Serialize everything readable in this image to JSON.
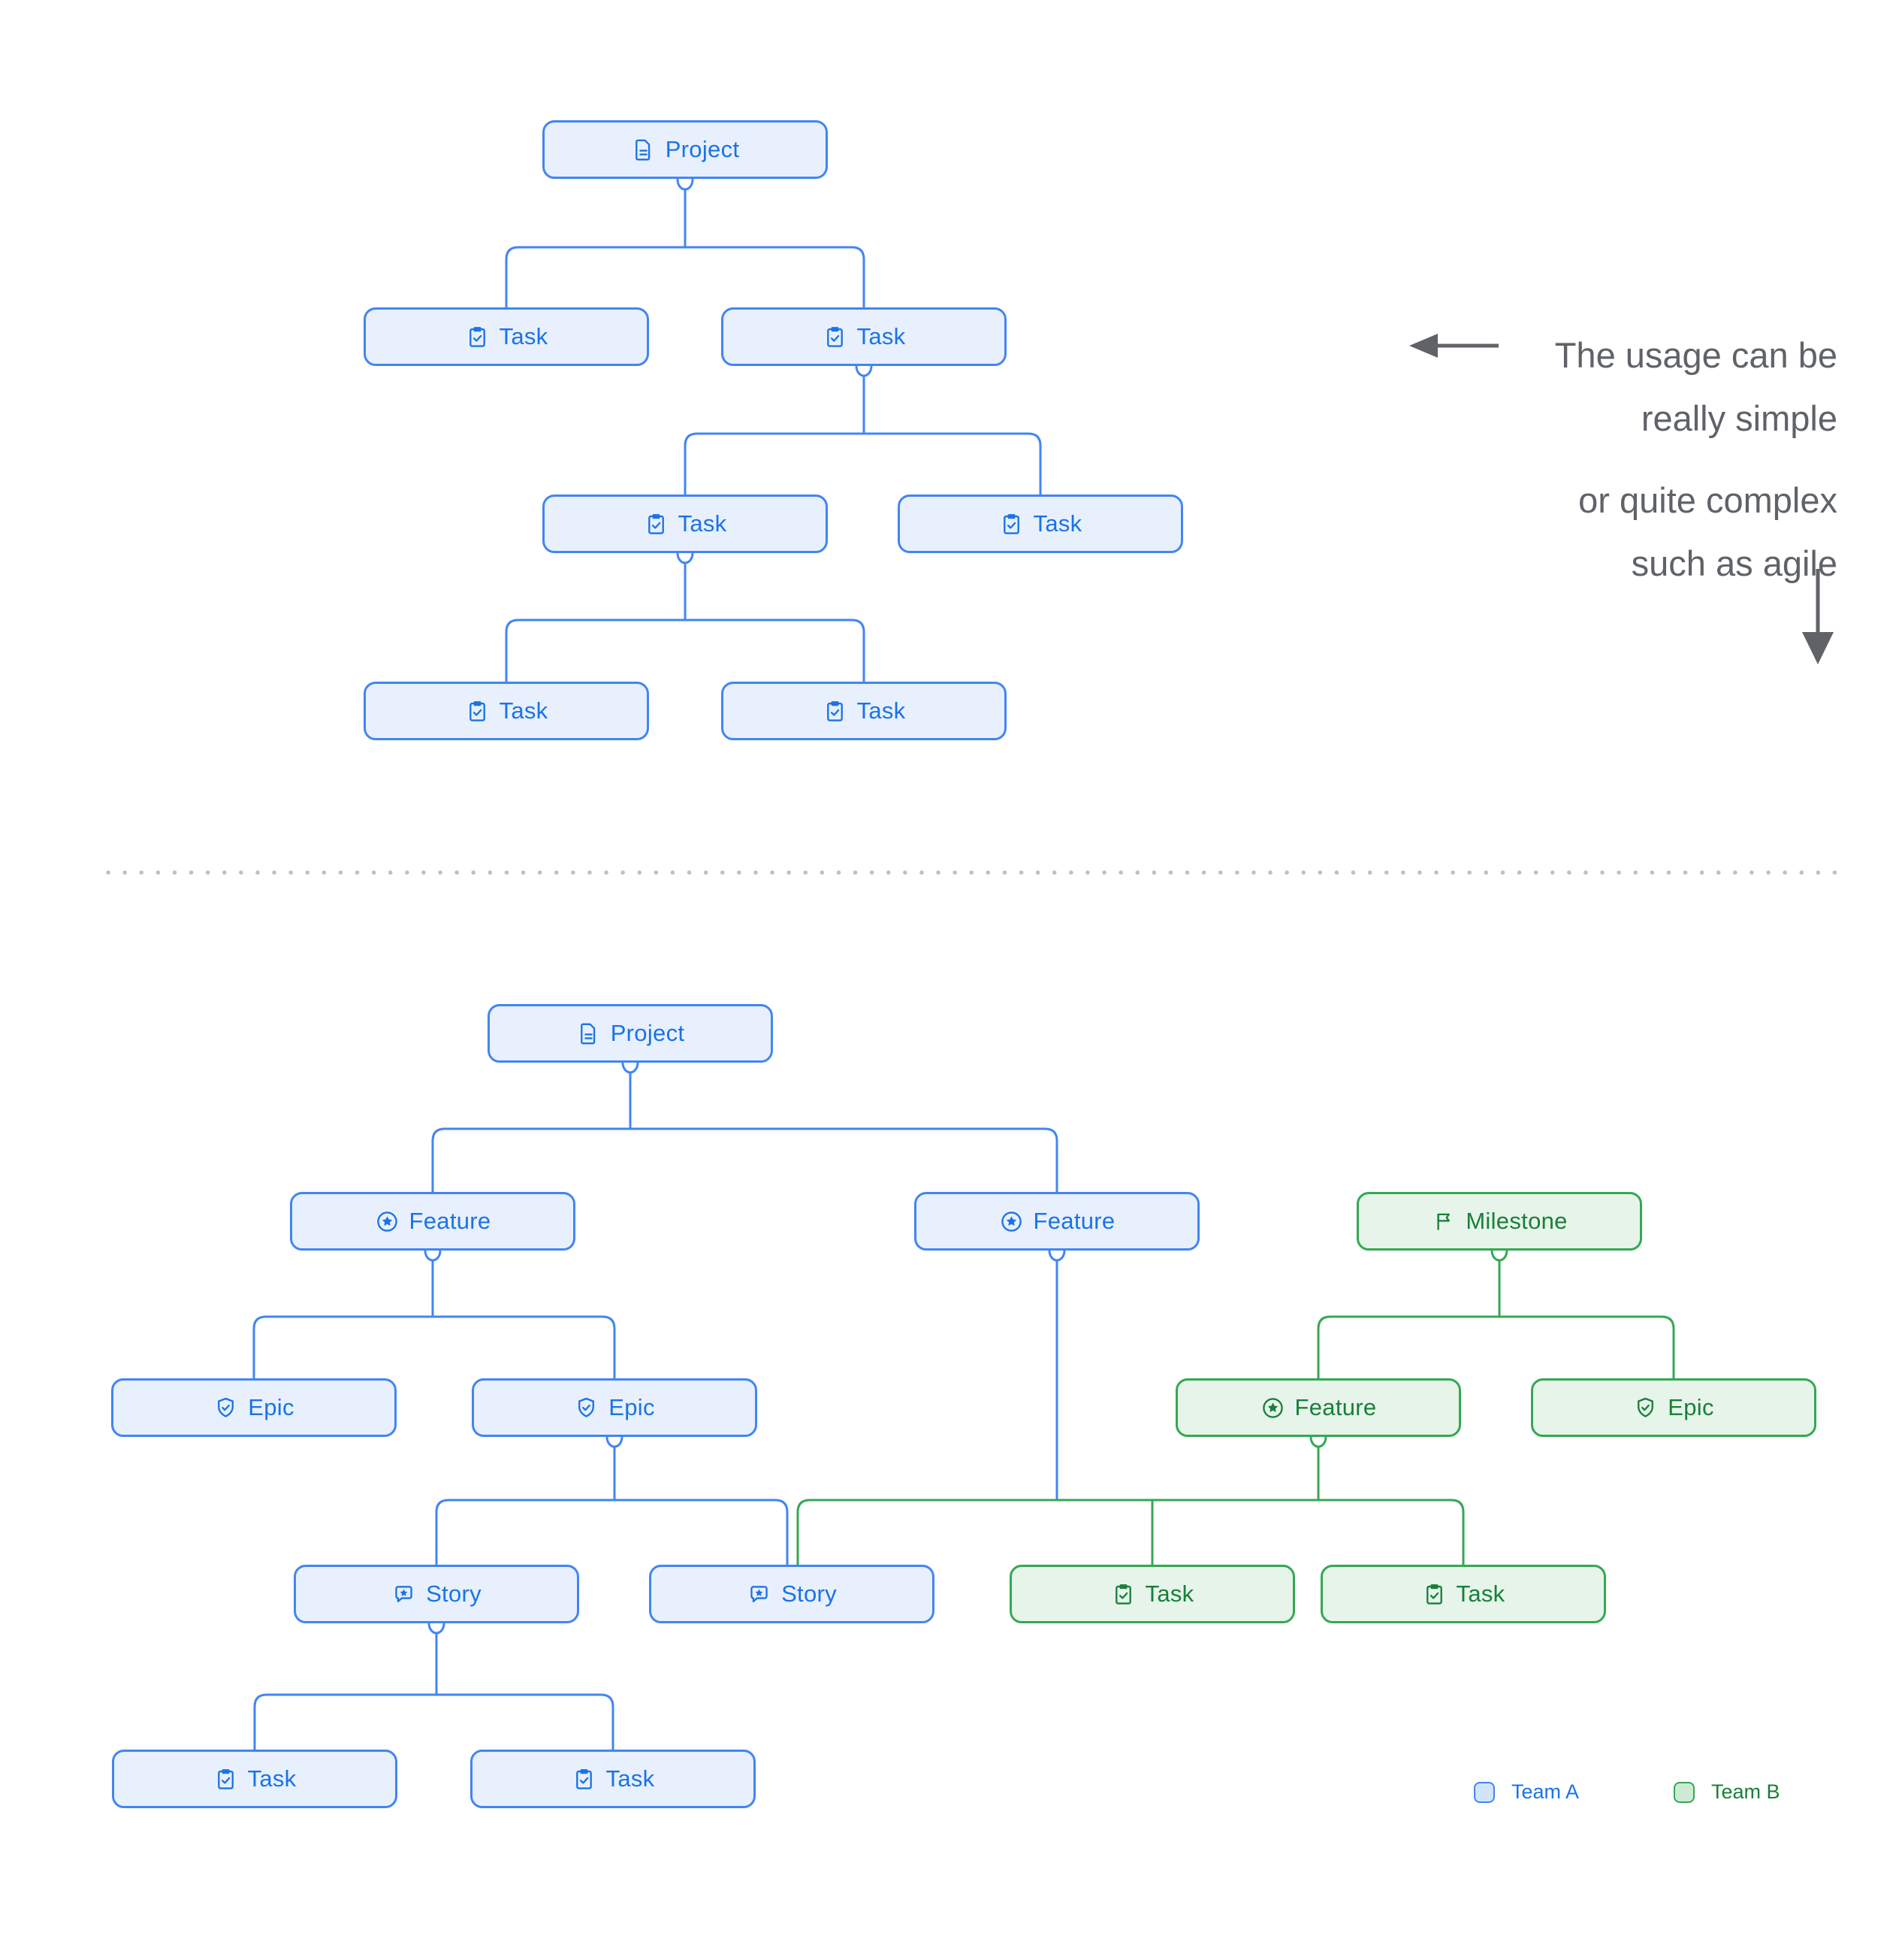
{
  "colors": {
    "blue_fill": "#E8F0FE",
    "blue_stroke": "#4285F4",
    "blue_text": "#1A73E8",
    "green_fill": "#E6F4EA",
    "green_stroke": "#34A853",
    "green_text": "#188038",
    "annotation": "#5F6368",
    "divider": "#BDC1C6"
  },
  "icons": {
    "project": "document-icon",
    "task": "task-check-icon",
    "feature": "star-circle-icon",
    "epic": "shield-check-icon",
    "story": "story-bubble-icon",
    "milestone": "flag-icon"
  },
  "annotation": {
    "line1": "The usage can be",
    "line2": "really simple",
    "line3": "or quite complex",
    "line4": "such as agile"
  },
  "legend": {
    "team_a": "Team A",
    "team_b": "Team B"
  },
  "top_tree": {
    "project": "Project",
    "tasks": [
      "Task",
      "Task",
      "Task",
      "Task",
      "Task",
      "Task"
    ]
  },
  "bottom_tree": {
    "project": "Project",
    "features_blue": [
      "Feature",
      "Feature"
    ],
    "milestone": "Milestone",
    "epics_blue": [
      "Epic",
      "Epic"
    ],
    "feature_green": "Feature",
    "epic_green": "Epic",
    "stories": [
      "Story",
      "Story"
    ],
    "tasks_green": [
      "Task",
      "Task"
    ],
    "tasks_blue": [
      "Task",
      "Task"
    ]
  }
}
